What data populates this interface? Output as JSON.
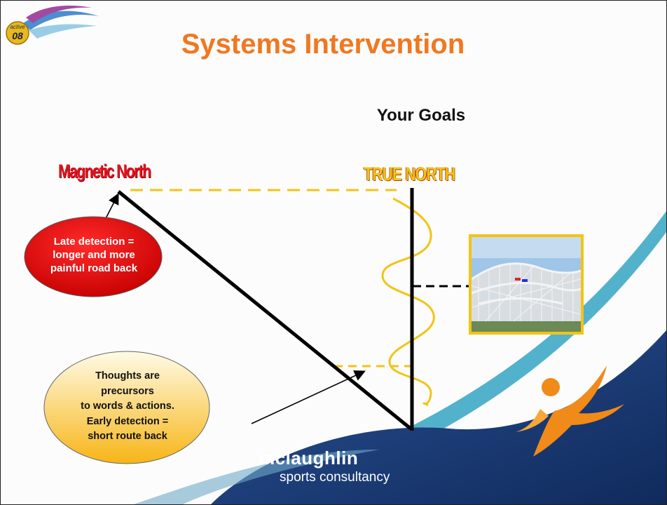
{
  "slide": {
    "title": "Systems Intervention",
    "subtitle": "Your Goals",
    "magnetic_north_label": "Magnetic North",
    "true_north_label": "TRUE NORTH",
    "late_detection": {
      "lines": [
        "Late detection =",
        "longer and more",
        "painful road back"
      ]
    },
    "early_detection": {
      "lines": [
        "Thoughts are",
        "precursors",
        "to words & actions.",
        "Early detection =",
        "short route back"
      ]
    },
    "logo_badge": {
      "word": "active",
      "year": "08"
    },
    "brand": {
      "name": "mclaughlin",
      "tagline": "sports consultancy"
    },
    "colors": {
      "title_orange": "#f07820",
      "late_red": "#e00000",
      "early_yellow": "#fbd24a",
      "dashed_yellow": "#f2c416",
      "wave_navy": "#1f3d78",
      "accent_teal": "#35a4c2"
    },
    "photo": {
      "subject": "roller-coaster-image"
    }
  }
}
